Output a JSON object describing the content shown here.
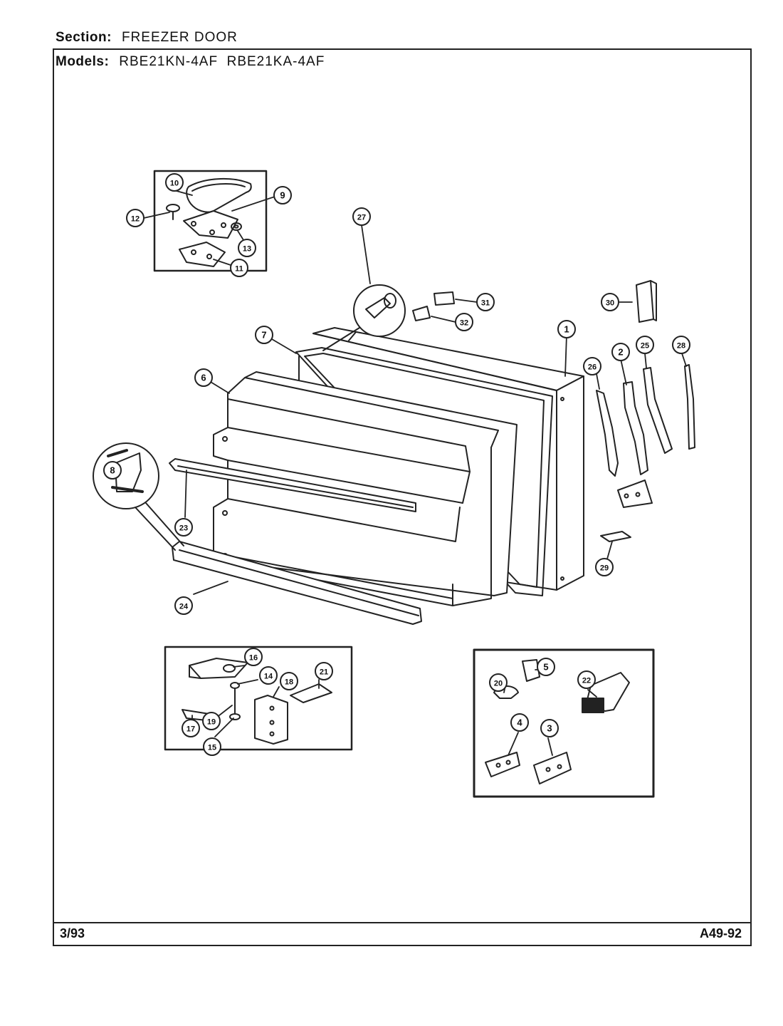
{
  "header": {
    "section_label": "Section:",
    "section_value": "FREEZER DOOR",
    "models_label": "Models:",
    "models_value": "RBE21KN-4AF  RBE21KA-4AF"
  },
  "footer": {
    "date": "3/93",
    "code": "A49-92"
  },
  "callouts": [
    "1",
    "2",
    "3",
    "4",
    "5",
    "6",
    "7",
    "8",
    "9",
    "10",
    "11",
    "12",
    "13",
    "14",
    "15",
    "16",
    "17",
    "18",
    "19",
    "20",
    "21",
    "22",
    "23",
    "24",
    "25",
    "26",
    "27",
    "28",
    "29",
    "30",
    "31",
    "32"
  ]
}
